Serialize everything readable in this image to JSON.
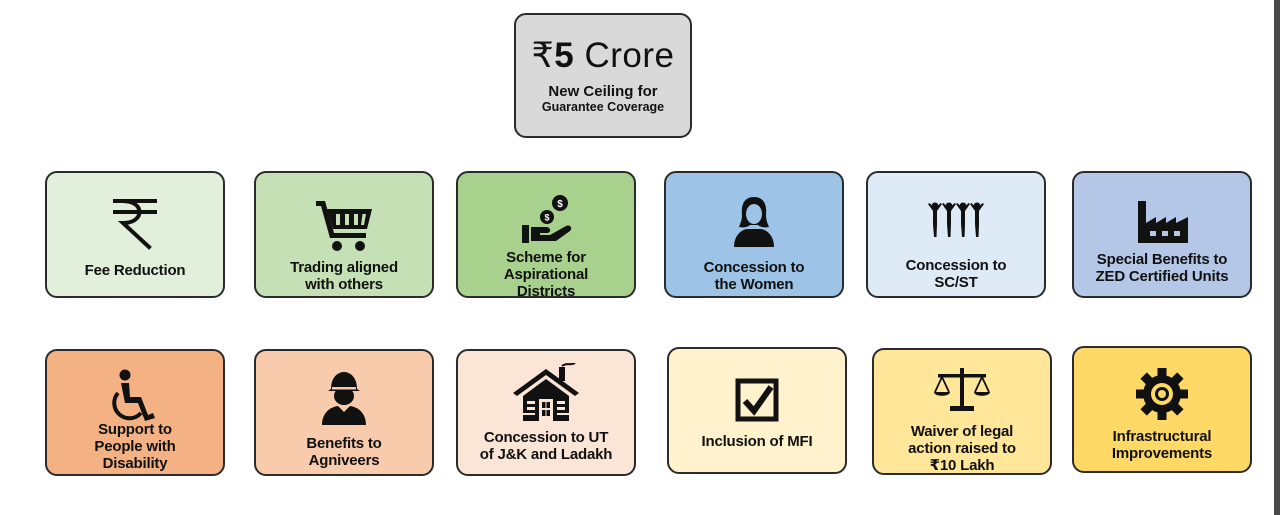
{
  "hero": {
    "currency_symbol": "₹",
    "amount": "5",
    "unit": "Crore",
    "line1": "New Ceiling for",
    "line2": "Guarantee Coverage",
    "color": "#d9d9d9"
  },
  "cards": [
    {
      "icon": "rupee-icon",
      "line1": "Fee Reduction",
      "line2": "",
      "line3": "",
      "color": "#e2efda"
    },
    {
      "icon": "shopping-cart-icon",
      "line1": "Trading aligned",
      "line2": "with others",
      "line3": "",
      "color": "#c5e0b4"
    },
    {
      "icon": "hand-coins-icon",
      "line1": "Scheme for",
      "line2": "Aspirational",
      "line3": "Districts",
      "color": "#a9d18e"
    },
    {
      "icon": "woman-icon",
      "line1": "Concession to",
      "line2": "the Women",
      "line3": "",
      "color": "#9dc3e6"
    },
    {
      "icon": "group-people-icon",
      "line1": "Concession to",
      "line2": "SC/ST",
      "line3": "",
      "color": "#deebf7"
    },
    {
      "icon": "factory-icon",
      "line1": "Special Benefits to",
      "line2": "ZED Certified Units",
      "line3": "",
      "color": "#b4c7e7"
    },
    {
      "icon": "wheelchair-icon",
      "line1": "Support to",
      "line2": "People with",
      "line3": "Disability",
      "color": "#f4b183"
    },
    {
      "icon": "soldier-icon",
      "line1": "Benefits to",
      "line2": "Agniveers",
      "line3": "",
      "color": "#f8cbad"
    },
    {
      "icon": "house-icon",
      "line1": "Concession to UT",
      "line2": "of J&K and Ladakh",
      "line3": "",
      "color": "#fbe5d6"
    },
    {
      "icon": "checkbox-icon",
      "line1": "Inclusion of MFI",
      "line2": "",
      "line3": "",
      "color": "#fff2cc"
    },
    {
      "icon": "scales-icon",
      "line1": "Waiver of legal",
      "line2": "action raised to",
      "line3": "₹10 Lakh",
      "color": "#ffe699"
    },
    {
      "icon": "gear-icon",
      "line1": "Infrastructural",
      "line2": "Improvements",
      "line3": "",
      "color": "#ffd966"
    }
  ]
}
